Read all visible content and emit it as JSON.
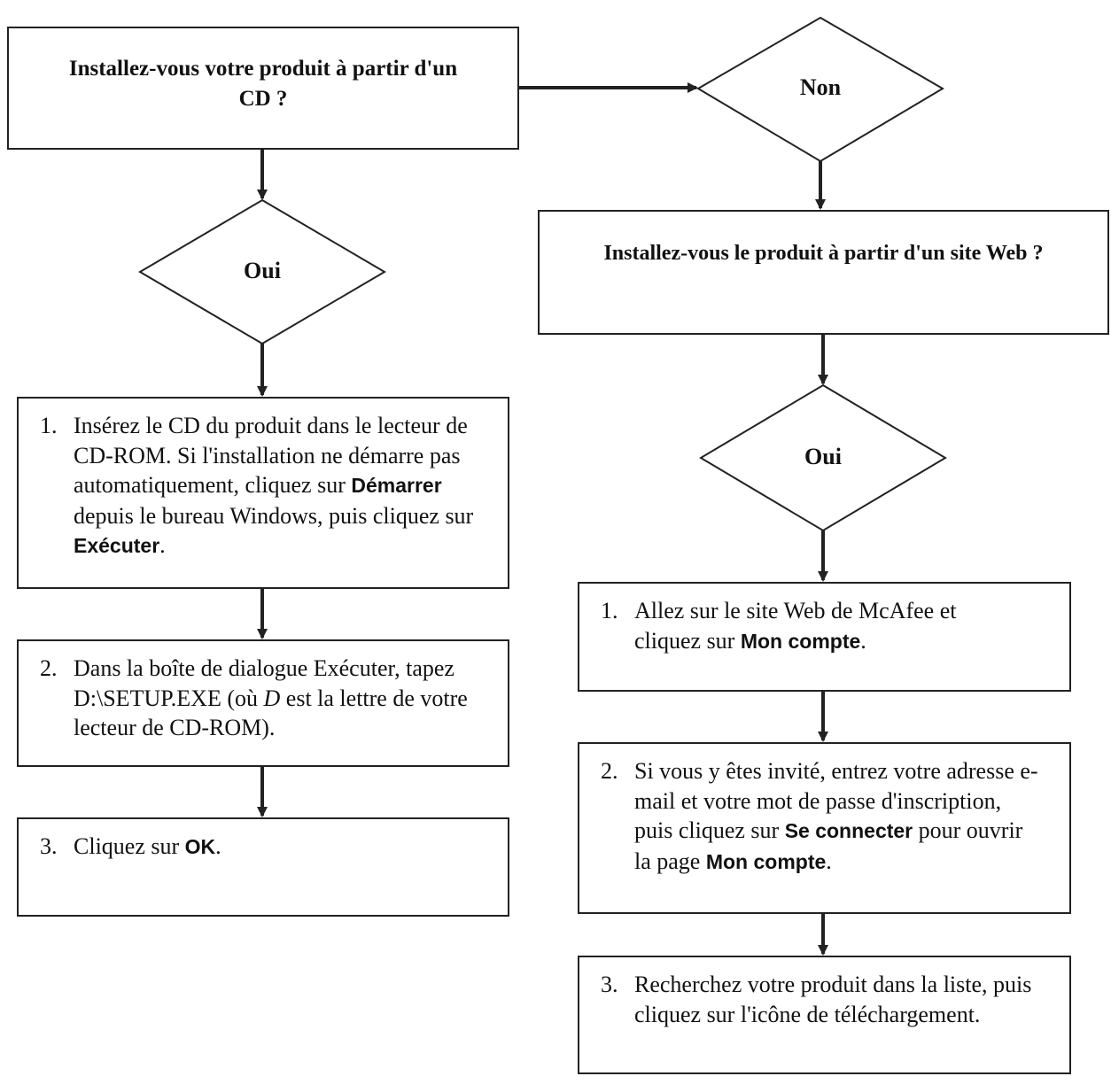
{
  "q_cd": "Installez-vous votre produit à partir d'un CD ?",
  "non_label": "Non",
  "oui_left": "Oui",
  "q_web": "Installez-vous le produit à partir d'un site Web ?",
  "oui_right": "Oui",
  "left_steps": {
    "s1": {
      "num": "1.",
      "t1": "Insérez le CD du produit dans le lecteur de CD-ROM. Si l'installation ne démarre pas automatiquement, cliquez sur ",
      "b1": "Démarrer",
      "t2": " depuis le bureau Windows, puis cliquez sur ",
      "b2": "Exécuter",
      "t3": "."
    },
    "s2": {
      "num": "2.",
      "t1": "Dans la boîte de dialogue Exécuter, tapez D:\\SETUP.EXE (où ",
      "i1": "D",
      "t2": " est la lettre de votre lecteur de CD-ROM)."
    },
    "s3": {
      "num": "3.",
      "t1": "Cliquez sur ",
      "b1": "OK",
      "t2": "."
    }
  },
  "right_steps": {
    "s1": {
      "num": "1.",
      "t1": "Allez sur le site Web de McAfee et cliquez sur ",
      "b1": "Mon compte",
      "t2": "."
    },
    "s2": {
      "num": "2.",
      "t1": "Si vous y êtes invité, entrez votre adresse e-mail et votre mot de passe d'inscription, puis cliquez sur ",
      "b1": "Se connecter",
      "t2": " pour ouvrir la page ",
      "b2": "Mon compte",
      "t3": "."
    },
    "s3": {
      "num": "3.",
      "t1": "Recherchez votre produit dans la liste, puis cliquez sur l'icône de téléchargement."
    }
  }
}
